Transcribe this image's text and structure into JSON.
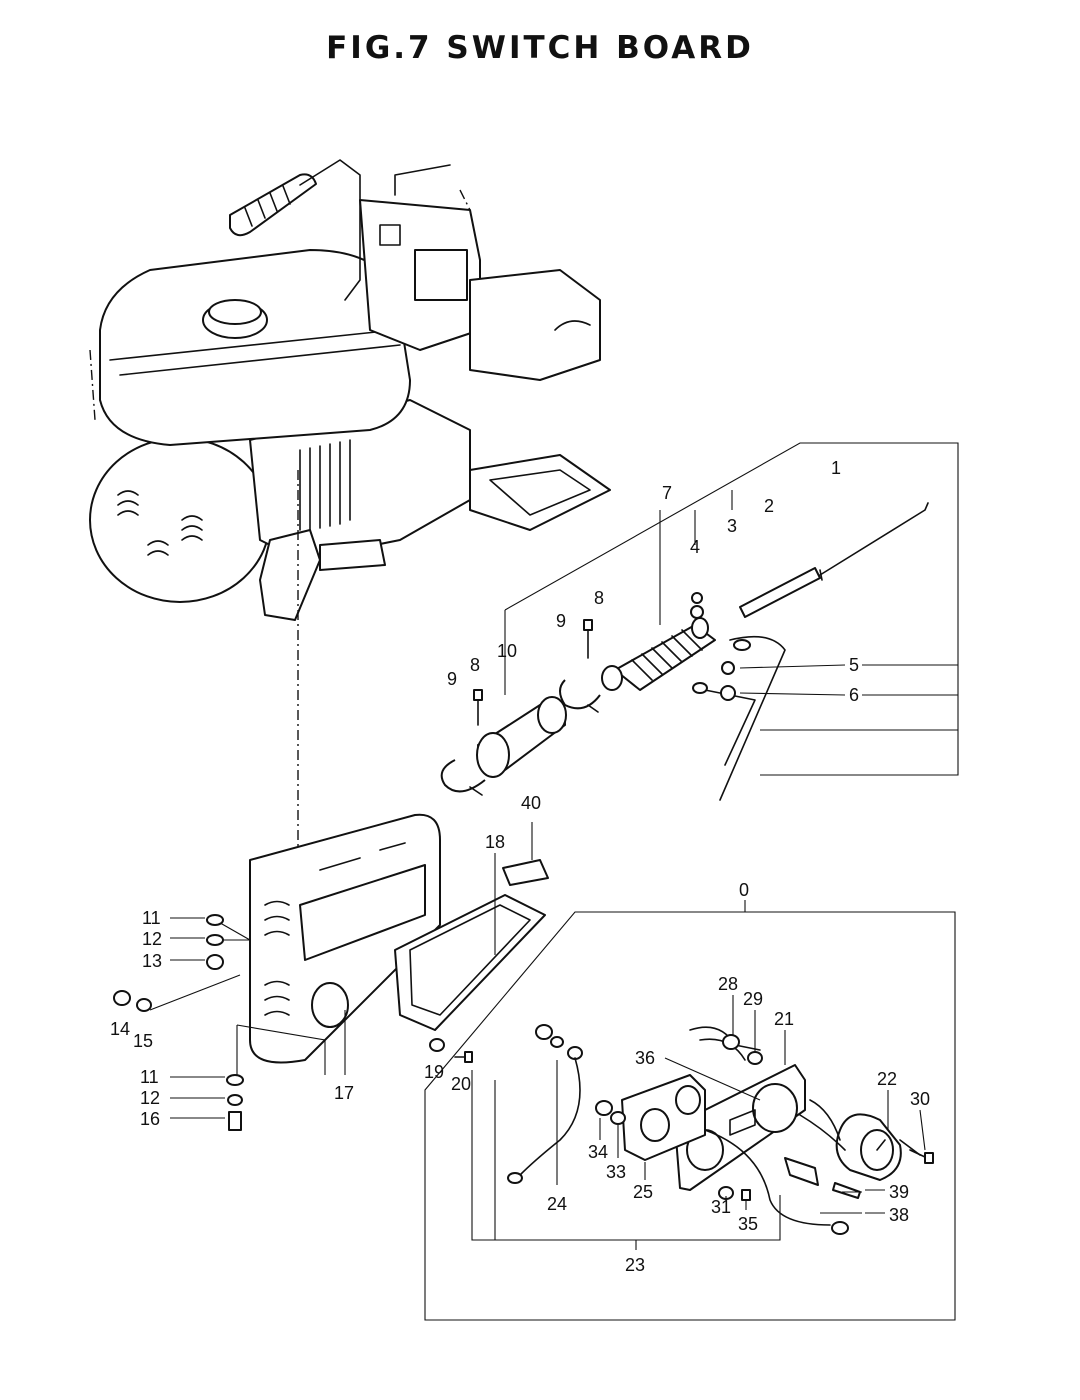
{
  "title": "FIG.7 SWITCH BOARD",
  "labels": {
    "p0": "0",
    "p1": "1",
    "p2": "2",
    "p3": "3",
    "p4": "4",
    "p5": "5",
    "p6": "6",
    "p7": "7",
    "p8a": "8",
    "p8b": "8",
    "p9a": "9",
    "p9b": "9",
    "p10": "10",
    "p11a": "11",
    "p11b": "11",
    "p12a": "12",
    "p12b": "12",
    "p13": "13",
    "p14": "14",
    "p15": "15",
    "p16": "16",
    "p17": "17",
    "p18": "18",
    "p19": "19",
    "p20": "20",
    "p21": "21",
    "p22": "22",
    "p23": "23",
    "p24": "24",
    "p25": "25",
    "p28": "28",
    "p29": "29",
    "p30": "30",
    "p31": "31",
    "p33": "33",
    "p34": "34",
    "p35": "35",
    "p36": "36",
    "p38": "38",
    "p39": "39",
    "p40": "40"
  }
}
